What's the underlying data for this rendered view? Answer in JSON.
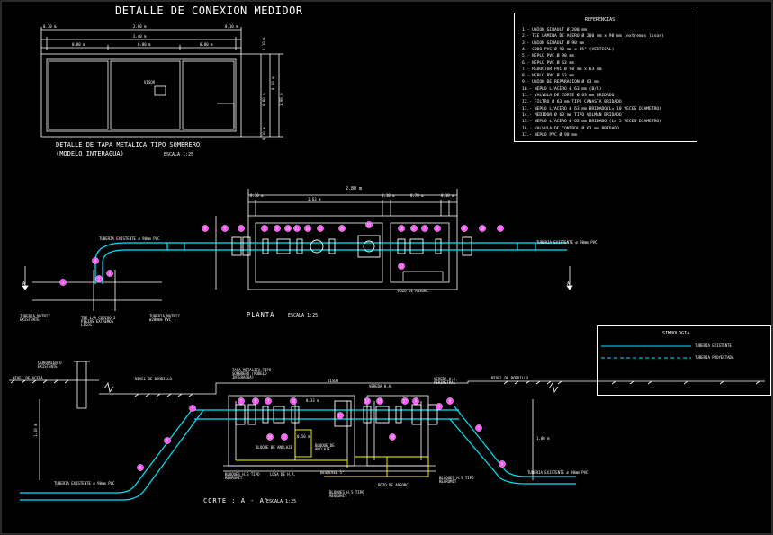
{
  "colors": {
    "background": "#000000",
    "line": "#ffffff",
    "pipe": "#00e5ff",
    "fitting": "#ff4dff",
    "ground": "#ffffff",
    "accent": "#ffff00"
  },
  "tapa": {
    "title": "DETALLE DE CONEXION MEDIDOR",
    "dims_top": [
      "2.80 m",
      "0.10 m",
      "2.40 m",
      "0.10 m"
    ],
    "dims_mid": [
      "0.80 m",
      "0.80 m",
      "0.80 m"
    ],
    "dims_right": [
      "0.10 m",
      "0.80 m",
      "1.00 m",
      "0.10 m",
      "0.10 m"
    ],
    "label_visor": "VISOR",
    "caption_line1": "DETALLE DE TAPA METALICA TIPO SOMBRERO",
    "caption_line2": "(MODELO INTERAGUA)",
    "caption_scale": "ESCALA 1:25"
  },
  "referencias": {
    "title": "REFERENCIAS",
    "items": [
      "1.- UNION GIBAULT Ø 200 mm",
      "2.- TEE LAMINA DE ACERO Ø 200 mm x 90 mm (extremos lisos)",
      "3.- UNION GIBAULT Ø 90 mm",
      "4.- CODO PVC Ø 90 mm x 45° (VERTICAL)",
      "5.- NEPLO PVC Ø 90 mm",
      "6.- NEPLO PVC Ø 63 mm",
      "7.- REDUCTOR PVC Ø 90 mm x 63 mm",
      "8.- NEPLO PVC Ø 63 mm",
      "9.- UNION DE REPARACION Ø 63 mm",
      "10.- NEPLO L/ACERO Ø 63 mm  (B/L)",
      "11.- VALVULA DE CORTE Ø 63 mm BRIDADO",
      "12.- FILTRO Ø 63 mm TIPO CANASTA BRIDADO",
      "13.- NEPLO L/ACERO Ø 63 mm BRIDADO(L= 10 VECES DIAMETRO)",
      "14.- MEDIDOR Ø 63 mm TIPO VOLMAN BRIDADO",
      "15.- NEPLO L/ACERO Ø 63 mm BRIDADO (L= 5 VECES DIAMETRO)",
      "16.- VALVULA DE CONTROL Ø 63 mm BRIDADO",
      "17.- NEPLO PVC Ø 90 mm"
    ]
  },
  "planta": {
    "dims": [
      "2.80 m",
      "0.10 m",
      "1.63 m",
      "0.10 m",
      "0.70 m",
      "0.10 m"
    ],
    "left_pipe": "TUBERIA EXISTENTE ø 90mm PVC",
    "right_pipe": "TUBERIA EXISTENTE ø 90mm PVC",
    "matriz_left": "TUBERIA MATRIZ EXISTENTE",
    "matriz_mid": "TEE L/A CODIGO 2 PIEZAS EXTREMOS LISOS",
    "matriz_right": "TUBERIA MATRIZ ø200mm PVC",
    "pozo": "POZO DE ABSORC.",
    "section_left": "A",
    "section_right": "A'",
    "title": "PLANTA",
    "scale": "ESCALA 1:25"
  },
  "simbologia": {
    "title": "SIMBOLOGIA",
    "existente": "TUBERIA EXISTENTE",
    "proyectada": "TUBERIA PROYECTADA"
  },
  "corte": {
    "cerramiento": "CERRAMIENTO EXISTENTE",
    "nivel_acera": "NIVEL DE ACERA",
    "nivel_bordillo_l": "NIVEL DE BORDILLO",
    "nivel_bordillo_r": "NIVEL DE BORDILLO",
    "tapa": "TAPA METALICA TIPO SOMBRERO (MODELO INTERAGUA)",
    "visor": "VISOR",
    "vereda": "VEREDA H.A.",
    "vereda_per": "VEREDA H.A. PERIMETRAL",
    "dim_left": "1.10 m",
    "dim_right": "1.00 m",
    "dim_inner": "0.50 m",
    "bloque_hl": "BLOQUE DE ANCLAJE",
    "bloque_hs": "BLOQUE DE ANCLAJE",
    "bloques_tipo": "BLOQUES H.S TIPO REGRUMIT",
    "losa": "LOSA DE H.A.",
    "desnivel": "DESNIVEL 5°",
    "pozo": "POZO DE ABSORC.",
    "bloques_h": "BLOQUES H.S TIPO REGRUMIT",
    "bloques_hr": "BLOQUES H.S TIPO REGRUMIT",
    "left_pipe": "TUBERIA EXISTENTE ø 90mm PVC",
    "right_pipe": "TUBERIA EXISTENTE ø 90mm PVC",
    "dim_3": "0.33 m",
    "title": "CORTE : A - A'",
    "scale": "ESCALA 1:25"
  },
  "fittings_plan": [
    "1",
    "2",
    "3",
    "4",
    "5",
    "6",
    "7",
    "8",
    "9",
    "10",
    "11",
    "12",
    "13",
    "14",
    "15",
    "16",
    "17"
  ],
  "fittings_corte": [
    "4",
    "5",
    "6",
    "7",
    "8",
    "9",
    "10",
    "11",
    "12",
    "13",
    "14",
    "15",
    "16",
    "17"
  ]
}
